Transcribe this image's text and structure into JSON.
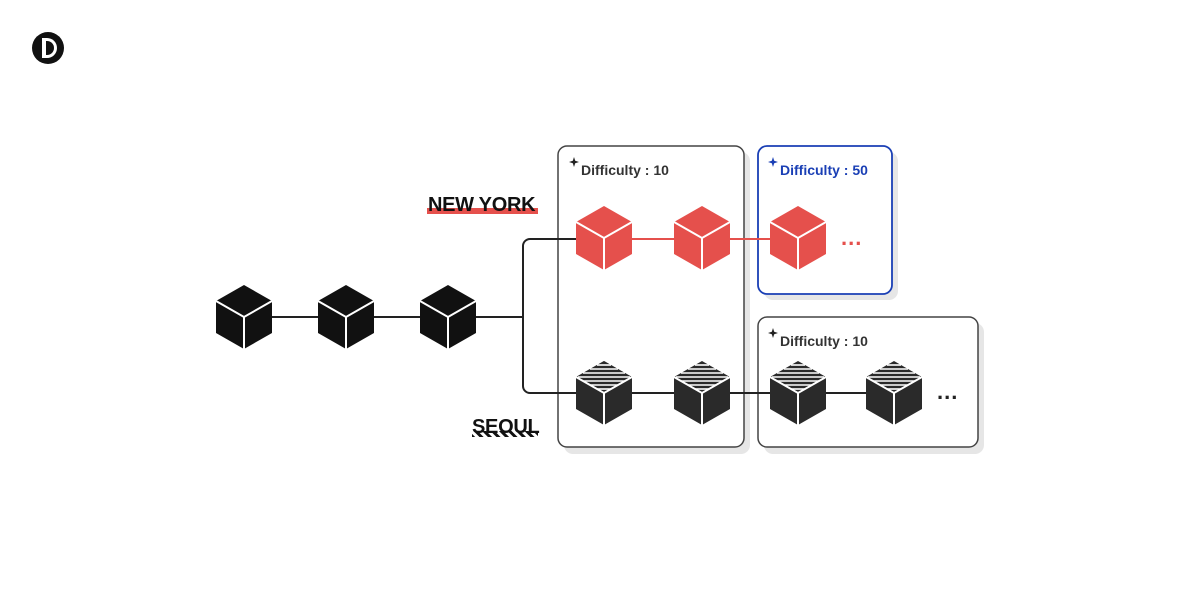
{
  "logo": {
    "icon": "d-logo-icon"
  },
  "cities": {
    "new_york": "NEW YORK",
    "seoul": "SEOUL"
  },
  "boxes": {
    "shared": {
      "label": "Difficulty : 10",
      "icon": "sparkle-icon"
    },
    "new_york_fork": {
      "label": "Difficulty : 50",
      "icon": "sparkle-icon"
    },
    "seoul_fork": {
      "label": "Difficulty : 10",
      "icon": "sparkle-icon"
    }
  },
  "ellipsis": {
    "new_york": "...",
    "seoul": "..."
  },
  "colors": {
    "black": "#111111",
    "dark_block": "#2a2a2a",
    "red_block": "#e5504c",
    "red_line": "#e5504c",
    "blue_box": "#1a3fb5",
    "box_border": "#444444",
    "box_shadow": "#e6e6e6",
    "text_dark": "#333333"
  },
  "blocks": {
    "main_chain": [
      "block",
      "block",
      "block"
    ],
    "new_york_chain": [
      "block",
      "block",
      "block"
    ],
    "seoul_chain": [
      "block",
      "block",
      "block",
      "block"
    ]
  }
}
